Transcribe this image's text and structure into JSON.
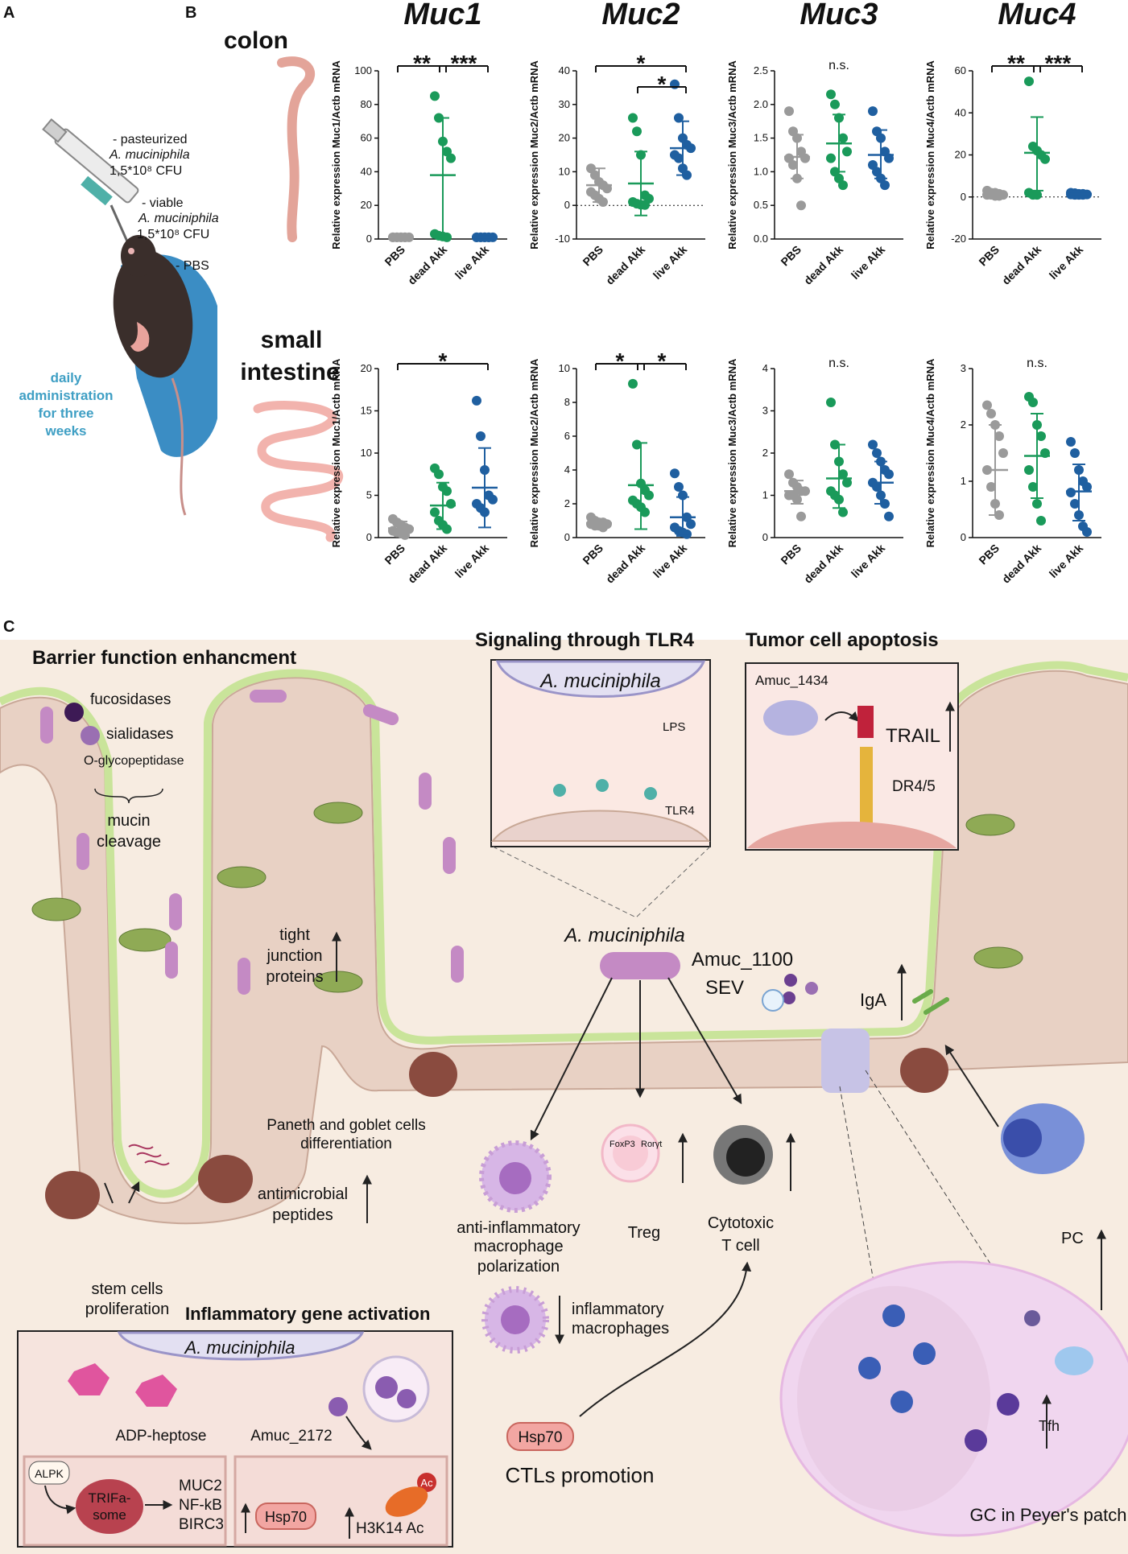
{
  "panels": {
    "a": "A",
    "b": "B",
    "c": "C"
  },
  "panel_a": {
    "items": [
      {
        "prefix": "- pasteurized",
        "species": "A. muciniphila",
        "dose": "1,5*10⁸ CFU"
      },
      {
        "prefix": "- viable",
        "species": "A. muciniphila",
        "dose": "1,5*10⁸ CFU"
      },
      {
        "prefix": "- PBS",
        "species": "",
        "dose": ""
      }
    ],
    "schedule": [
      "daily",
      "administration",
      "for three",
      "weeks"
    ],
    "colors": {
      "schedule": "#3f9fc4",
      "glove": "#3b8dc4",
      "mouse": "#3a2e2b"
    }
  },
  "panel_b": {
    "rows": [
      {
        "label": [
          "colon"
        ]
      },
      {
        "label": [
          "small",
          "intestine"
        ]
      }
    ],
    "genes": [
      "Muc1",
      "Muc2",
      "Muc3",
      "Muc4"
    ],
    "group_colors": [
      "#9a9a9a",
      "#1a9a5a",
      "#1f5fa0"
    ]
  },
  "chart_data": [
    {
      "type": "scatter",
      "title": "Muc1",
      "ylabel": "Relative expression Muc1/Actb mRNA",
      "categories": [
        "PBS",
        "dead Akk",
        "live Akk"
      ],
      "ylim": [
        0,
        100
      ],
      "yticks": [
        "0",
        "20",
        "40",
        "60",
        "80",
        "100"
      ],
      "zero_line": false,
      "series": [
        {
          "name": "PBS",
          "values": [
            1,
            1,
            1,
            1,
            1,
            1,
            1,
            1,
            1
          ],
          "mean": 1,
          "sd": [
            0.5,
            1.5
          ]
        },
        {
          "name": "dead Akk",
          "values": [
            85,
            72,
            58,
            52,
            48,
            3,
            2,
            1.5,
            1
          ],
          "mean": 38,
          "sd": [
            2,
            72
          ]
        },
        {
          "name": "live Akk",
          "values": [
            1,
            1,
            1,
            1,
            1,
            1,
            1,
            1,
            1
          ],
          "mean": 1,
          "sd": [
            0.5,
            1.5
          ]
        }
      ],
      "significance": [
        {
          "groups": [
            0,
            1
          ],
          "label": "**"
        },
        {
          "groups": [
            1,
            2
          ],
          "label": "***"
        }
      ]
    },
    {
      "type": "scatter",
      "title": "Muc2",
      "ylabel": "Relative expression Muc2/Actb mRNA",
      "categories": [
        "PBS",
        "dead Akk",
        "live Akk"
      ],
      "ylim": [
        -10,
        40
      ],
      "yticks": [
        "-10",
        "0",
        "10",
        "20",
        "30",
        "40"
      ],
      "zero_line": true,
      "series": [
        {
          "name": "PBS",
          "values": [
            11,
            9,
            7,
            6,
            5,
            4,
            3,
            2,
            1
          ],
          "mean": 6,
          "sd": [
            1,
            11
          ]
        },
        {
          "name": "dead Akk",
          "values": [
            26,
            22,
            15,
            3,
            2,
            1,
            0.5,
            0.2,
            0.1
          ],
          "mean": 6.5,
          "sd": [
            -3,
            16
          ]
        },
        {
          "name": "live Akk",
          "values": [
            36,
            26,
            20,
            18,
            17,
            15,
            14,
            11,
            9
          ],
          "mean": 17,
          "sd": [
            9,
            25
          ]
        }
      ],
      "significance": [
        {
          "groups": [
            0,
            2
          ],
          "label": "*"
        },
        {
          "groups": [
            1,
            2
          ],
          "label": "*"
        }
      ]
    },
    {
      "type": "scatter",
      "title": "Muc3",
      "ylabel": "Relative expression Muc3/Actb mRNA",
      "categories": [
        "PBS",
        "dead Akk",
        "live Akk"
      ],
      "ylim": [
        0,
        2.5
      ],
      "yticks": [
        "0.0",
        "0.5",
        "1.0",
        "1.5",
        "2.0",
        "2.5"
      ],
      "zero_line": false,
      "series": [
        {
          "name": "PBS",
          "values": [
            1.9,
            1.6,
            1.5,
            1.3,
            1.2,
            1.2,
            1.1,
            0.9,
            0.5
          ],
          "mean": 1.22,
          "sd": [
            0.9,
            1.55
          ]
        },
        {
          "name": "dead Akk",
          "values": [
            2.15,
            2.0,
            1.8,
            1.5,
            1.3,
            1.2,
            1.0,
            0.9,
            0.8
          ],
          "mean": 1.42,
          "sd": [
            1.0,
            1.85
          ]
        },
        {
          "name": "live Akk",
          "values": [
            1.9,
            1.6,
            1.5,
            1.3,
            1.2,
            1.1,
            1.0,
            0.9,
            0.8
          ],
          "mean": 1.25,
          "sd": [
            0.9,
            1.62
          ]
        }
      ],
      "significance": [
        {
          "groups": [
            0,
            2
          ],
          "label": "n.s.",
          "plain": true
        }
      ]
    },
    {
      "type": "scatter",
      "title": "Muc4",
      "ylabel": "Relative expression Muc4/Actb mRNA",
      "categories": [
        "PBS",
        "dead Akk",
        "live Akk"
      ],
      "ylim": [
        -20,
        60
      ],
      "yticks": [
        "-20",
        "0",
        "20",
        "40",
        "60"
      ],
      "zero_line": true,
      "series": [
        {
          "name": "PBS",
          "values": [
            3,
            2,
            2,
            1.5,
            1,
            1,
            1,
            0.5,
            0.5
          ],
          "mean": 1,
          "sd": [
            0,
            2.5
          ]
        },
        {
          "name": "dead Akk",
          "values": [
            55,
            24,
            22,
            20,
            18,
            2,
            1,
            1
          ],
          "mean": 21,
          "sd": [
            3,
            38
          ]
        },
        {
          "name": "live Akk",
          "values": [
            2,
            1.8,
            1.5,
            1.5,
            1.2,
            1.2,
            1,
            1,
            1
          ],
          "mean": 1.4,
          "sd": [
            1,
            2
          ]
        }
      ],
      "significance": [
        {
          "groups": [
            0,
            1
          ],
          "label": "**"
        },
        {
          "groups": [
            1,
            2
          ],
          "label": "***"
        }
      ]
    },
    {
      "type": "scatter",
      "title": "",
      "ylabel": "Relative expression Muc1/Actb mRNA",
      "categories": [
        "PBS",
        "dead Akk",
        "live Akk"
      ],
      "ylim": [
        0,
        20
      ],
      "yticks": [
        "0",
        "5",
        "10",
        "15",
        "20"
      ],
      "zero_line": false,
      "series": [
        {
          "name": "PBS",
          "values": [
            2.2,
            1.8,
            1.5,
            1.2,
            1,
            0.8,
            0.6,
            0.5,
            0.3
          ],
          "mean": 1.1,
          "sd": [
            0.4,
            1.9
          ]
        },
        {
          "name": "dead Akk",
          "values": [
            8.2,
            7.5,
            6,
            5.5,
            4,
            3,
            2,
            1.5,
            1
          ],
          "mean": 3.8,
          "sd": [
            1,
            6.5
          ]
        },
        {
          "name": "live Akk",
          "values": [
            16.2,
            12,
            8,
            5,
            4.5,
            4,
            3.5,
            3
          ],
          "mean": 5.9,
          "sd": [
            1.2,
            10.6
          ]
        }
      ],
      "significance": [
        {
          "groups": [
            0,
            2
          ],
          "label": "*"
        }
      ]
    },
    {
      "type": "scatter",
      "title": "",
      "ylabel": "Relative expression Muc2/Actb mRNA",
      "categories": [
        "PBS",
        "dead Akk",
        "live Akk"
      ],
      "ylim": [
        0,
        10
      ],
      "yticks": [
        "0",
        "2",
        "4",
        "6",
        "8",
        "10"
      ],
      "zero_line": false,
      "series": [
        {
          "name": "PBS",
          "values": [
            1.2,
            1,
            0.9,
            0.9,
            0.8,
            0.8,
            0.7,
            0.7,
            0.6
          ],
          "mean": 0.85,
          "sd": [
            0.6,
            1.1
          ]
        },
        {
          "name": "dead Akk",
          "values": [
            9.1,
            5.5,
            3.2,
            2.8,
            2.5,
            2.2,
            2,
            1.8,
            1.5
          ],
          "mean": 3.1,
          "sd": [
            0.5,
            5.6
          ]
        },
        {
          "name": "live Akk",
          "values": [
            3.8,
            3,
            2.5,
            1.2,
            0.8,
            0.6,
            0.4,
            0.3,
            0.2
          ],
          "mean": 1.2,
          "sd": [
            0.1,
            2.4
          ]
        }
      ],
      "significance": [
        {
          "groups": [
            0,
            1
          ],
          "label": "*"
        },
        {
          "groups": [
            1,
            2
          ],
          "label": "*"
        }
      ]
    },
    {
      "type": "scatter",
      "title": "",
      "ylabel": "Relative expression Muc3/Actb mRNA",
      "categories": [
        "PBS",
        "dead Akk",
        "live Akk"
      ],
      "ylim": [
        0,
        4
      ],
      "yticks": [
        "0",
        "1",
        "2",
        "3",
        "4"
      ],
      "zero_line": false,
      "series": [
        {
          "name": "PBS",
          "values": [
            1.5,
            1.3,
            1.2,
            1.1,
            1.1,
            1,
            1,
            0.9,
            0.5
          ],
          "mean": 1.1,
          "sd": [
            0.8,
            1.35
          ]
        },
        {
          "name": "dead Akk",
          "values": [
            3.2,
            2.2,
            1.8,
            1.5,
            1.3,
            1.1,
            1,
            0.9,
            0.6
          ],
          "mean": 1.4,
          "sd": [
            0.7,
            2.2
          ]
        },
        {
          "name": "live Akk",
          "values": [
            2.2,
            2,
            1.8,
            1.6,
            1.5,
            1.3,
            1.2,
            1,
            0.8,
            0.5
          ],
          "mean": 1.3,
          "sd": [
            0.8,
            1.8
          ]
        }
      ],
      "significance": [
        {
          "groups": [
            0,
            2
          ],
          "label": "n.s.",
          "plain": true
        }
      ]
    },
    {
      "type": "scatter",
      "title": "",
      "ylabel": "Relative expression Muc4/Actb mRNA",
      "categories": [
        "PBS",
        "dead Akk",
        "live Akk"
      ],
      "ylim": [
        0,
        3
      ],
      "yticks": [
        "0",
        "1",
        "2",
        "3"
      ],
      "zero_line": false,
      "series": [
        {
          "name": "PBS",
          "values": [
            2.35,
            2.2,
            2,
            1.8,
            1.5,
            1.2,
            0.9,
            0.6,
            0.4
          ],
          "mean": 1.2,
          "sd": [
            0.4,
            2.0
          ]
        },
        {
          "name": "dead Akk",
          "values": [
            2.5,
            2.4,
            2,
            1.8,
            1.5,
            1.2,
            0.9,
            0.6,
            0.3
          ],
          "mean": 1.45,
          "sd": [
            0.7,
            2.2
          ]
        },
        {
          "name": "live Akk",
          "values": [
            1.7,
            1.5,
            1.2,
            1,
            0.9,
            0.8,
            0.6,
            0.4,
            0.2,
            0.1
          ],
          "mean": 0.82,
          "sd": [
            0.3,
            1.3
          ]
        }
      ],
      "significance": [
        {
          "groups": [
            0,
            2
          ],
          "label": "n.s.",
          "plain": true
        }
      ]
    }
  ],
  "panel_c": {
    "sections": {
      "barrier": "Barrier function enhancment",
      "tlr4": "Signaling through TLR4",
      "apoptosis": "Tumor cell apoptosis",
      "inflammatory": "Inflammatory gene activation"
    },
    "enzymes": [
      "fucosidases",
      "sialidases",
      "O-glycopeptidase"
    ],
    "mucin": [
      "mucin",
      "cleavage"
    ],
    "tight_junction": [
      "tight",
      "junction",
      "proteins"
    ],
    "paneth": [
      "Paneth and goblet cells",
      "differentiation"
    ],
    "antimicrobial": [
      "antimicrobial",
      "peptides"
    ],
    "stem": [
      "stem cells",
      "proliferation"
    ],
    "species": "A. muciniphila",
    "tlr4_box": {
      "species": "A. muciniphila",
      "lps": "LPS",
      "receptor": "TLR4"
    },
    "apoptosis_box": {
      "protein": "Amuc_1434",
      "trail": "TRAIL",
      "receptor": "DR4/5"
    },
    "amuc1100": [
      "Amuc_1100",
      "SEV"
    ],
    "iga": "IgA",
    "macrophage": [
      "anti-inflammatory",
      "macrophage",
      "polarization"
    ],
    "inflammatory_macrophages": [
      "inflammatory",
      "macrophages"
    ],
    "treg": "Treg",
    "treg_genes": [
      "FoxP3",
      "Rorγt"
    ],
    "ctl": [
      "Cytotoxic",
      "T cell"
    ],
    "hsp70": "Hsp70",
    "ctls_promotion": "CTLs promotion",
    "gc": "GC in Peyer's patch",
    "pc": "PC",
    "tfh": "Tfh",
    "inflam_box": {
      "species": "A. muciniphila",
      "adp": "ADP-heptose",
      "alpk": "ALPK",
      "trifa": [
        "TRIFa-",
        "some"
      ],
      "genes": [
        "MUC2",
        "NF-kB",
        "BIRC3"
      ],
      "amuc2172": "Amuc_2172",
      "hsp70": "Hsp70",
      "ac": "Ac",
      "h3k14": "H3K14 Ac"
    },
    "colors": {
      "background": "#f7ece1",
      "epithelium": "#e8d1c4",
      "mucus": "#c9e49a",
      "bacteria": "#c48ac4",
      "goblet": "#8faa55",
      "paneth": "#8a4b3f",
      "apoptosis_box": "#fae8e4",
      "inflam_box": "#f6e4de"
    }
  }
}
